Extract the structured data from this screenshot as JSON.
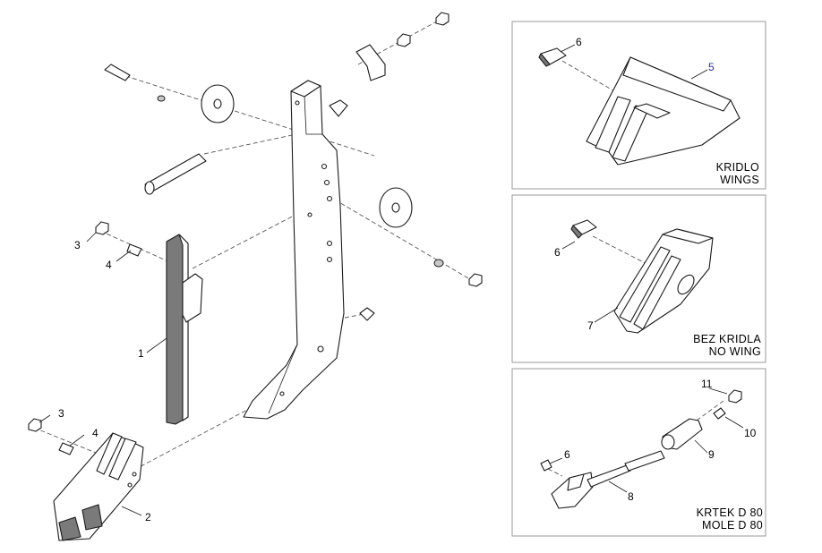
{
  "callouts": {
    "c1": "1",
    "c2": "2",
    "c3a": "3",
    "c3b": "3",
    "c4a": "4",
    "c4b": "4",
    "c5": "5",
    "c6a": "6",
    "c6b": "6",
    "c6c": "6",
    "c7": "7",
    "c8": "8",
    "c9": "9",
    "c10": "10",
    "c11": "11"
  },
  "panels": {
    "wings": {
      "line1": "KRIDLO",
      "line2": "WINGS"
    },
    "no_wing": {
      "line1": "BEZ KRIDLA",
      "line2": "NO WING"
    },
    "mole": {
      "line1": "KRTEK D 80",
      "line2": "MOLE D 80"
    }
  },
  "colors": {
    "callout_5": "#2233aa",
    "panel_border": "#9a9a9a"
  }
}
